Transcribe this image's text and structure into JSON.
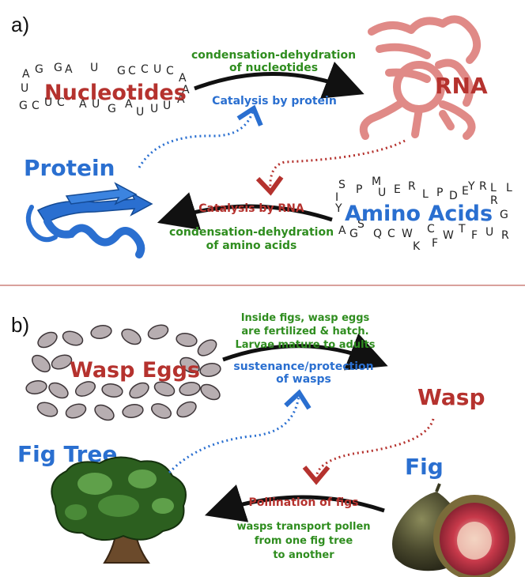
{
  "panel_a": {
    "label": "a)",
    "nucleotides": "Nucleotides",
    "rna": "RNA",
    "protein": "Protein",
    "amino_acids": "Amino Acids",
    "arrow_top_green_1": "condensation-dehydration",
    "arrow_top_green_2": "of nucleotides",
    "arrow_top_blue": "Catalysis by protein",
    "arrow_bottom_red": "Catalysis by RNA",
    "arrow_bottom_green_1": "condensation-dehydration",
    "arrow_bottom_green_2": "of amino acids",
    "nucleotide_letters": [
      "A",
      "G",
      "G",
      "A",
      "U",
      "G",
      "C",
      "C",
      "U",
      "C",
      "A",
      "U",
      "A",
      "G",
      "C",
      "U",
      "C",
      "A",
      "U",
      "G",
      "A",
      "U",
      "U",
      "U",
      "A"
    ],
    "amino_letters": [
      "S",
      "I",
      "P",
      "M",
      "U",
      "E",
      "R",
      "L",
      "P",
      "D",
      "E",
      "Y",
      "R",
      "L",
      "R",
      "L",
      "Y",
      "G",
      "A",
      "G",
      "S",
      "Q",
      "C",
      "W",
      "K",
      "C",
      "F",
      "W",
      "T",
      "F",
      "U",
      "R"
    ]
  },
  "panel_b": {
    "label": "b)",
    "wasp_eggs": "Wasp Eggs",
    "wasp": "Wasp",
    "fig": "Fig",
    "fig_tree": "Fig Tree",
    "arrow_top_green_1": "Inside figs, wasp eggs",
    "arrow_top_green_2": "are fertilized & hatch.",
    "arrow_top_green_3": "Larvae mature to adults",
    "arrow_top_blue_1": "sustenance/protection",
    "arrow_top_blue_2": "of wasps",
    "arrow_bottom_red": "Pollination of figs",
    "arrow_bottom_green_1": "wasps transport pollen",
    "arrow_bottom_green_2": "from one fig tree",
    "arrow_bottom_green_3": "to another"
  },
  "colors": {
    "red": "#b5322e",
    "blue": "#2a6fd0",
    "green": "#2f8d1f",
    "rna_pink": "#e08a87",
    "divider": "#d9a09c"
  }
}
